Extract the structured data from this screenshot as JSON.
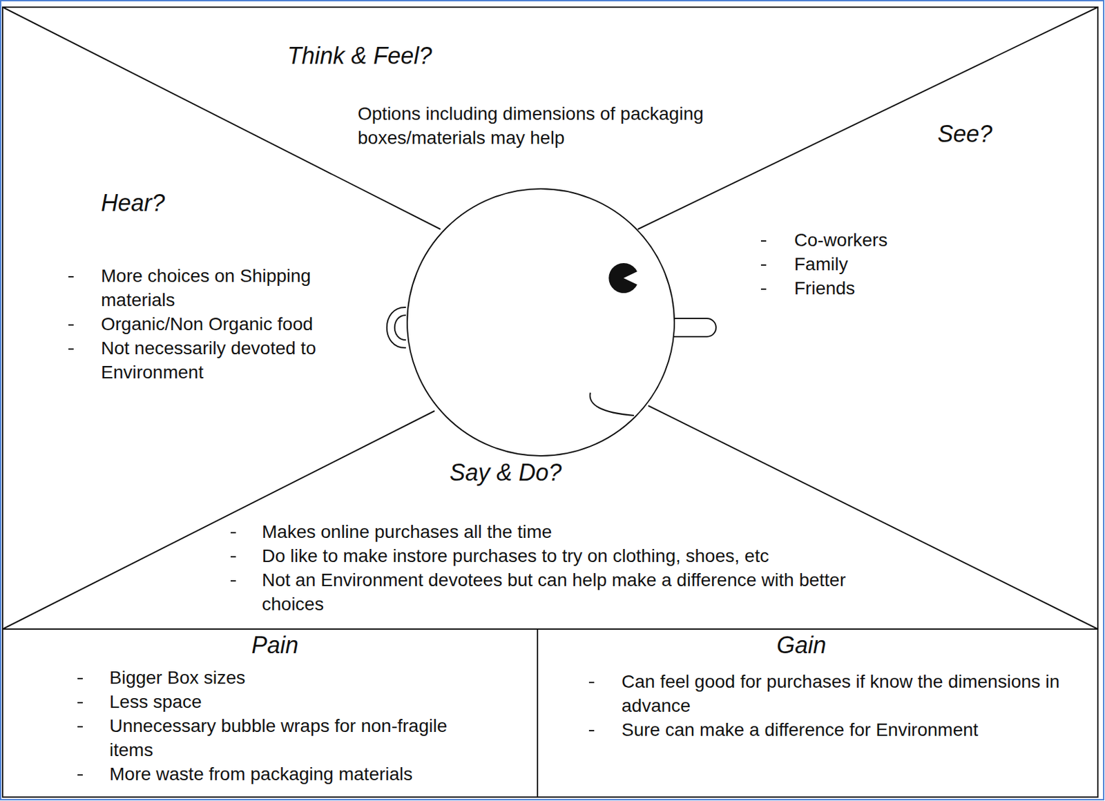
{
  "diagram": {
    "nodes": [
      {
        "text": [
          "Think & Feel?",
          "Options including dimensions of packaging boxes/materials may help"
        ]
      },
      {
        "text": [
          "Hear?",
          "More choices on Shipping materials",
          "Organic/Non Organic food",
          "Not necessarily devoted to Environment"
        ]
      },
      {
        "text": [
          "See?",
          "Co-workers",
          "Family",
          "Friends"
        ]
      },
      {
        "text": [
          "Say & Do?",
          "Makes online purchases all the time",
          "Do like to make instore purchases to try on clothing, shoes, etc",
          "Not an Environment devotees but can help make a difference with better choices"
        ]
      },
      {
        "text": [
          "Pain",
          "Bigger Box sizes",
          "Less space",
          "Unnecessary bubble wraps for non-fragile items",
          "More waste from packaging materials"
        ]
      },
      {
        "text": [
          "Gain",
          "Can feel good for purchases if know the dimensions in advance",
          "Sure can make a difference for Environment"
        ]
      }
    ]
  }
}
